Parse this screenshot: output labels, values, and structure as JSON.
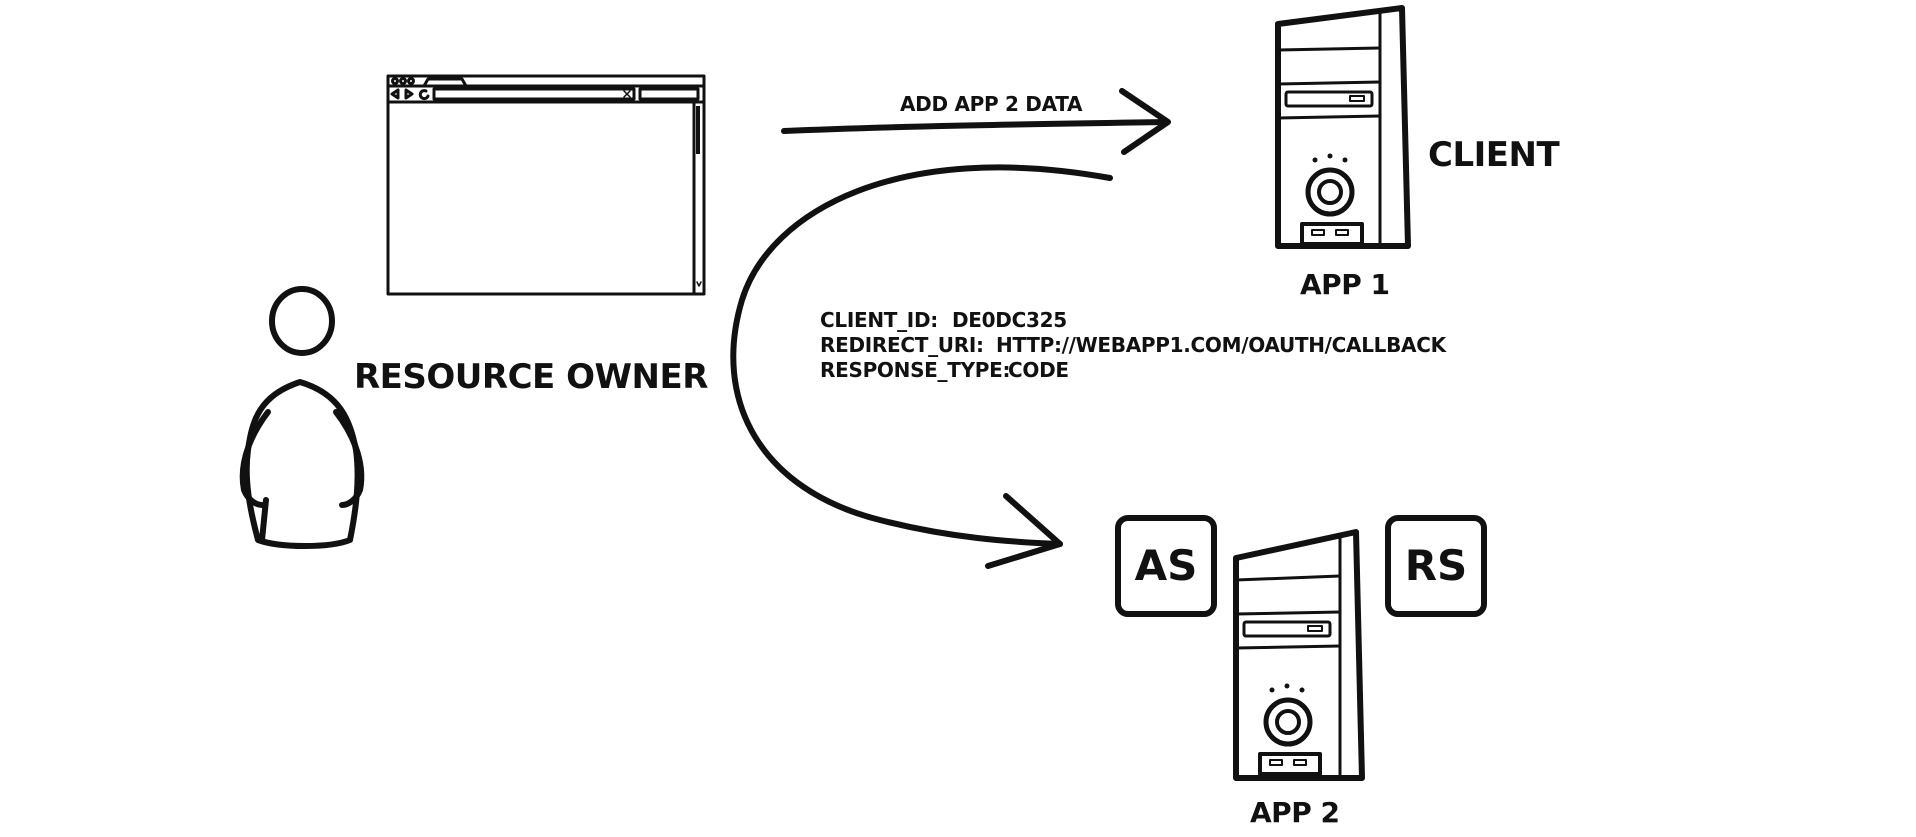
{
  "actors": {
    "resource_owner": "RESOURCE OWNER",
    "client": "CLIENT",
    "app1": "APP 1",
    "app2": "APP 2",
    "auth_server": "AS",
    "resource_server": "RS"
  },
  "arrows": {
    "top_label": "ADD APP 2 DATA"
  },
  "request_params": [
    {
      "key": "CLIENT_ID:",
      "value": "DE0DC325"
    },
    {
      "key": "REDIRECT_URI:",
      "value": "HTTP://WEBAPP1.COM/OAUTH/CALLBACK"
    },
    {
      "key": "RESPONSE_TYPE:",
      "value": "CODE"
    }
  ],
  "icons": {
    "browser": "browser-window-icon",
    "person": "person-icon",
    "server": "server-tower-icon"
  }
}
